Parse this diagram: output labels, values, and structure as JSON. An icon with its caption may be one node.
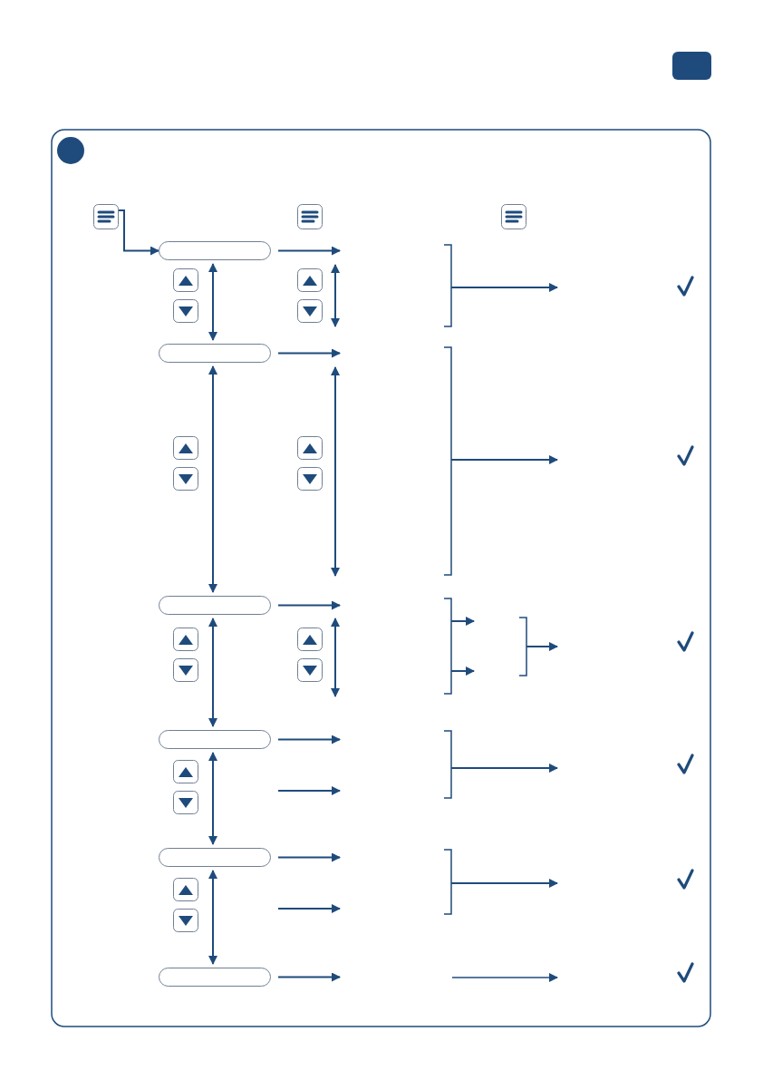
{
  "diagram": {
    "nodes": [
      {
        "text": [],
        "shape": "button"
      },
      {
        "text": [],
        "shape": "box"
      },
      {
        "text": [],
        "shape": "box"
      },
      {
        "text": [],
        "shape": "box"
      },
      {
        "text": [],
        "shape": "box"
      },
      {
        "text": [],
        "shape": "box"
      },
      {
        "text": [],
        "shape": "box"
      }
    ],
    "edges": [
      {
        "from": 0,
        "to": 1,
        "arrow": "to"
      },
      {
        "from": 1,
        "to": null,
        "arrow": "to"
      },
      {
        "from": 2,
        "to": null,
        "arrow": "to"
      },
      {
        "from": 3,
        "to": null,
        "arrow": "to"
      },
      {
        "from": 4,
        "to": null,
        "arrow": "to"
      },
      {
        "from": 5,
        "to": null,
        "arrow": "to"
      },
      {
        "from": 6,
        "to": null,
        "arrow": "to"
      },
      {
        "from": 1,
        "to": 2,
        "arrow": "both"
      },
      {
        "from": 2,
        "to": 3,
        "arrow": "both"
      },
      {
        "from": 3,
        "to": 4,
        "arrow": "both"
      },
      {
        "from": 4,
        "to": 5,
        "arrow": "both"
      },
      {
        "from": 5,
        "to": 6,
        "arrow": "both"
      }
    ]
  }
}
